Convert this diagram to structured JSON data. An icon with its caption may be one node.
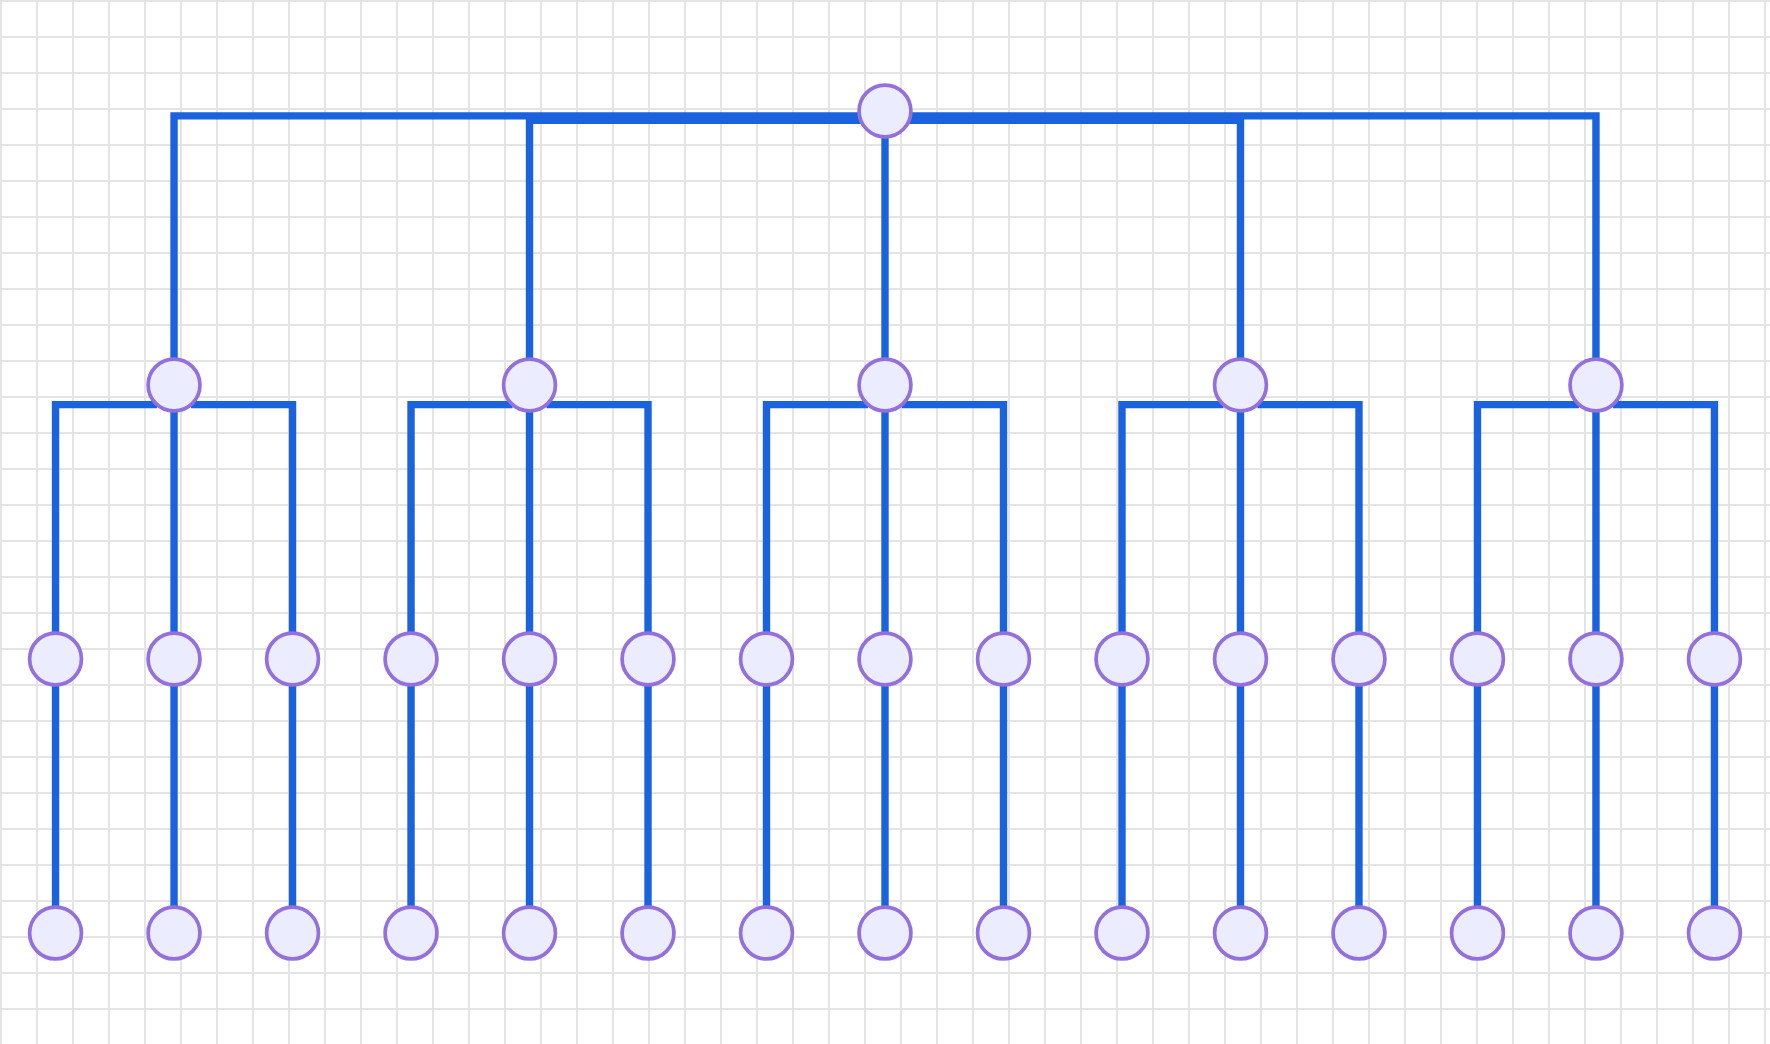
{
  "diagram": {
    "nodes": [
      {
        "text": [],
        "shape": "circle"
      },
      {
        "text": [],
        "shape": "circle"
      },
      {
        "text": [],
        "shape": "circle"
      },
      {
        "text": [],
        "shape": "circle"
      },
      {
        "text": [],
        "shape": "circle"
      },
      {
        "text": [],
        "shape": "circle"
      },
      {
        "text": [],
        "shape": "circle"
      },
      {
        "text": [],
        "shape": "circle"
      },
      {
        "text": [],
        "shape": "circle"
      },
      {
        "text": [],
        "shape": "circle"
      },
      {
        "text": [],
        "shape": "circle"
      },
      {
        "text": [],
        "shape": "circle"
      },
      {
        "text": [],
        "shape": "circle"
      },
      {
        "text": [],
        "shape": "circle"
      },
      {
        "text": [],
        "shape": "circle"
      },
      {
        "text": [],
        "shape": "circle"
      },
      {
        "text": [],
        "shape": "circle"
      },
      {
        "text": [],
        "shape": "circle"
      },
      {
        "text": [],
        "shape": "circle"
      },
      {
        "text": [],
        "shape": "circle"
      },
      {
        "text": [],
        "shape": "circle"
      },
      {
        "text": [],
        "shape": "circle"
      },
      {
        "text": [],
        "shape": "circle"
      },
      {
        "text": [],
        "shape": "circle"
      },
      {
        "text": [],
        "shape": "circle"
      },
      {
        "text": [],
        "shape": "circle"
      },
      {
        "text": [],
        "shape": "circle"
      },
      {
        "text": [],
        "shape": "circle"
      },
      {
        "text": [],
        "shape": "circle"
      },
      {
        "text": [],
        "shape": "circle"
      },
      {
        "text": [],
        "shape": "circle"
      },
      {
        "text": [],
        "shape": "circle"
      },
      {
        "text": [],
        "shape": "circle"
      },
      {
        "text": [],
        "shape": "circle"
      },
      {
        "text": [],
        "shape": "circle"
      },
      {
        "text": [],
        "shape": "circle"
      }
    ],
    "edges": [
      {
        "from": 0,
        "to": 1,
        "arrow": "none"
      },
      {
        "from": 0,
        "to": 2,
        "arrow": "none"
      },
      {
        "from": 0,
        "to": 3,
        "arrow": "none"
      },
      {
        "from": 0,
        "to": 4,
        "arrow": "none"
      },
      {
        "from": 0,
        "to": 5,
        "arrow": "none"
      },
      {
        "from": 1,
        "to": 6,
        "arrow": "none"
      },
      {
        "from": 1,
        "to": 7,
        "arrow": "none"
      },
      {
        "from": 1,
        "to": 8,
        "arrow": "none"
      },
      {
        "from": 2,
        "to": 9,
        "arrow": "none"
      },
      {
        "from": 2,
        "to": 10,
        "arrow": "none"
      },
      {
        "from": 2,
        "to": 11,
        "arrow": "none"
      },
      {
        "from": 3,
        "to": 12,
        "arrow": "none"
      },
      {
        "from": 3,
        "to": 13,
        "arrow": "none"
      },
      {
        "from": 3,
        "to": 14,
        "arrow": "none"
      },
      {
        "from": 4,
        "to": 15,
        "arrow": "none"
      },
      {
        "from": 4,
        "to": 16,
        "arrow": "none"
      },
      {
        "from": 4,
        "to": 17,
        "arrow": "none"
      },
      {
        "from": 5,
        "to": 18,
        "arrow": "none"
      },
      {
        "from": 5,
        "to": 19,
        "arrow": "none"
      },
      {
        "from": 5,
        "to": 20,
        "arrow": "none"
      },
      {
        "from": 6,
        "to": 21,
        "arrow": "none"
      },
      {
        "from": 7,
        "to": 22,
        "arrow": "none"
      },
      {
        "from": 8,
        "to": 23,
        "arrow": "none"
      },
      {
        "from": 9,
        "to": 24,
        "arrow": "none"
      },
      {
        "from": 10,
        "to": 25,
        "arrow": "none"
      },
      {
        "from": 11,
        "to": 26,
        "arrow": "none"
      },
      {
        "from": 12,
        "to": 27,
        "arrow": "none"
      },
      {
        "from": 13,
        "to": 28,
        "arrow": "none"
      },
      {
        "from": 14,
        "to": 29,
        "arrow": "none"
      },
      {
        "from": 15,
        "to": 30,
        "arrow": "none"
      },
      {
        "from": 16,
        "to": 31,
        "arrow": "none"
      },
      {
        "from": 17,
        "to": 32,
        "arrow": "none"
      },
      {
        "from": 18,
        "to": 33,
        "arrow": "none"
      },
      {
        "from": 19,
        "to": 34,
        "arrow": "none"
      },
      {
        "from": 20,
        "to": 35,
        "arrow": "none"
      }
    ]
  }
}
